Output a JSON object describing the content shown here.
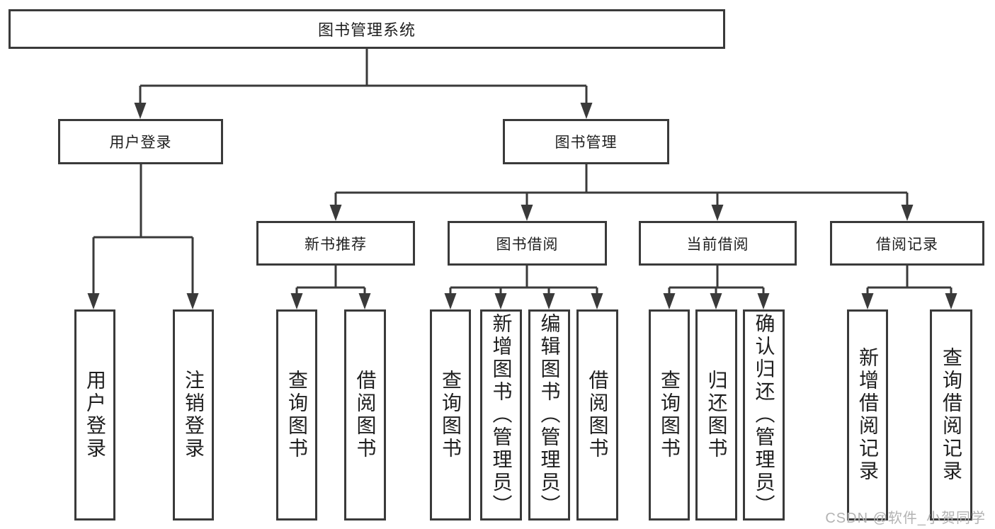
{
  "tree": {
    "label": "图书管理系统",
    "children": [
      {
        "label": "用户登录",
        "children": [
          {
            "label": "用户登录"
          },
          {
            "label": "注销登录"
          }
        ]
      },
      {
        "label": "图书管理",
        "children": [
          {
            "label": "新书推荐",
            "children": [
              {
                "label": "查询图书"
              },
              {
                "label": "借阅图书"
              }
            ]
          },
          {
            "label": "图书借阅",
            "children": [
              {
                "label": "查询图书"
              },
              {
                "label": "新增图书（管理员）"
              },
              {
                "label": "编辑图书（管理员）"
              },
              {
                "label": "借阅图书"
              }
            ]
          },
          {
            "label": "当前借阅",
            "children": [
              {
                "label": "查询图书"
              },
              {
                "label": "归还图书"
              },
              {
                "label": "确认归还（管理员）"
              }
            ]
          },
          {
            "label": "借阅记录",
            "children": [
              {
                "label": "新增借阅记录"
              },
              {
                "label": "查询借阅记录"
              }
            ]
          }
        ]
      }
    ]
  },
  "watermark": {
    "text": "CSDN @软件_小贺同学"
  },
  "colors": {
    "line": "#3a3a3a",
    "box_border": "#3a3a3a",
    "box_background": "#ffffff",
    "text": "#1f1f1f",
    "watermark": "#b3b3b3",
    "page_background": "#ffffff"
  }
}
